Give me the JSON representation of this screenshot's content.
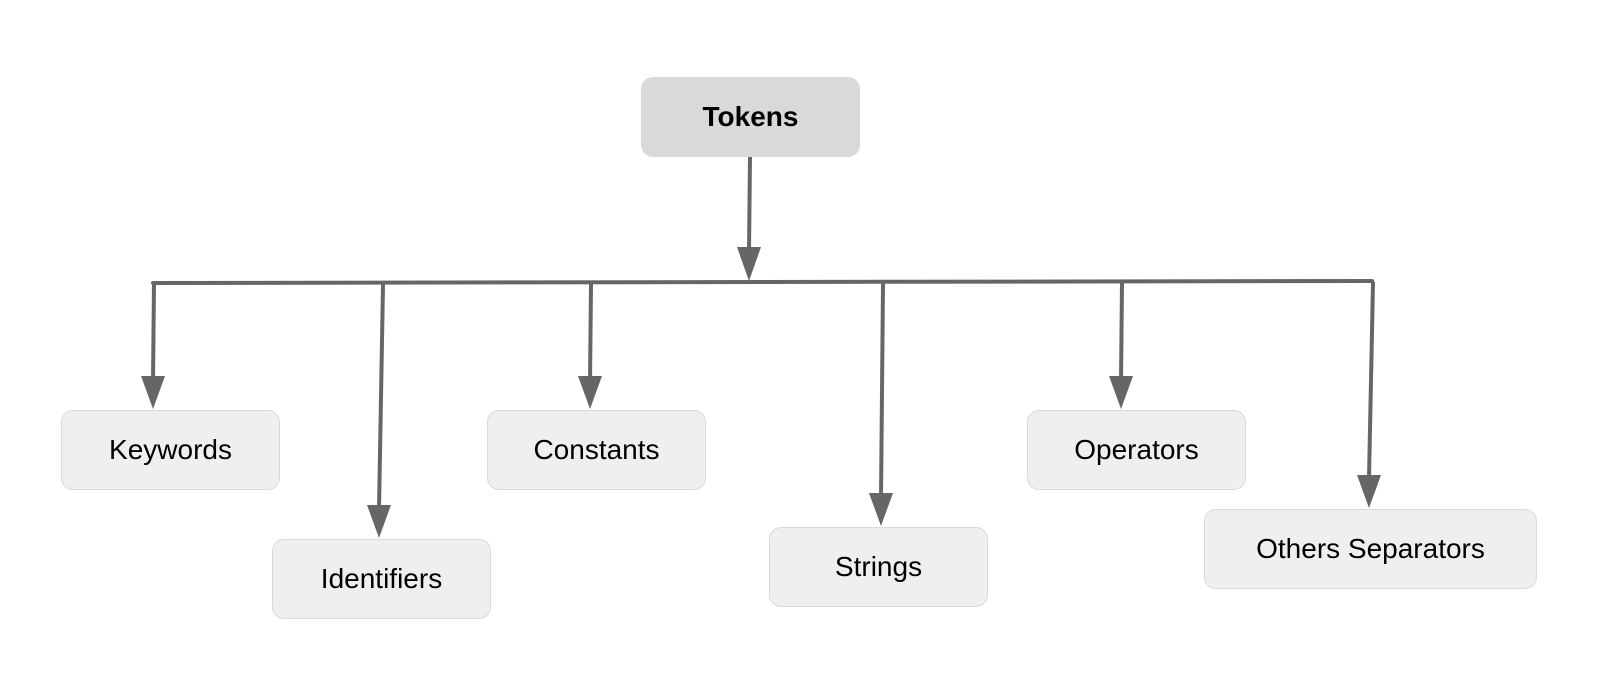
{
  "root": {
    "label": "Tokens"
  },
  "children": [
    {
      "id": "keywords",
      "label": "Keywords"
    },
    {
      "id": "identifiers",
      "label": "Identifiers"
    },
    {
      "id": "constants",
      "label": "Constants"
    },
    {
      "id": "strings",
      "label": "Strings"
    },
    {
      "id": "operators",
      "label": "Operators"
    },
    {
      "id": "others",
      "label": "Others Separators"
    }
  ],
  "colors": {
    "connector": "#666666",
    "root_fill": "#d9d9d9",
    "child_fill": "#efefef",
    "child_border": "#dadada"
  }
}
